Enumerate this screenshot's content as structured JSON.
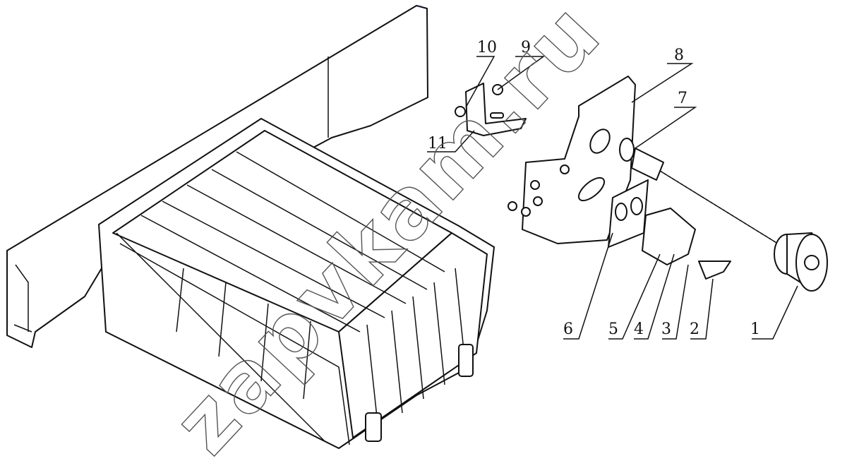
{
  "diagram": {
    "title_mark": "~",
    "watermark": "zapvkam.ru",
    "callouts": [
      {
        "id": "1",
        "label": "1"
      },
      {
        "id": "2",
        "label": "2"
      },
      {
        "id": "3",
        "label": "3"
      },
      {
        "id": "4",
        "label": "4"
      },
      {
        "id": "5",
        "label": "5"
      },
      {
        "id": "6",
        "label": "6"
      },
      {
        "id": "7",
        "label": "7"
      },
      {
        "id": "8",
        "label": "8"
      },
      {
        "id": "9",
        "label": "9"
      },
      {
        "id": "10",
        "label": "10"
      },
      {
        "id": "11",
        "label": "11"
      }
    ]
  }
}
